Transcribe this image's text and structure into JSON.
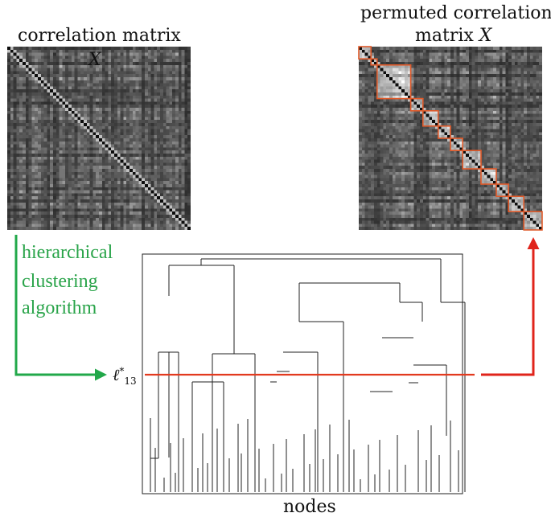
{
  "left_matrix": {
    "title": "correlation matrix",
    "symbol": "X"
  },
  "right_matrix": {
    "title_line1": "permuted correlation",
    "title_line2": "matrix",
    "symbol": "X"
  },
  "algorithm_label": {
    "line1": "hierarchical",
    "line2": "clustering",
    "line3": "algorithm"
  },
  "level_label": {
    "symbol": "ℓ",
    "sup": "*",
    "sub": "13"
  },
  "x_axis_label": "nodes",
  "colors": {
    "green_arrow": "#22a84a",
    "red_arrow": "#e0241b",
    "cut_line": "#e23a1e",
    "cluster_box": "#e05a2a"
  }
}
